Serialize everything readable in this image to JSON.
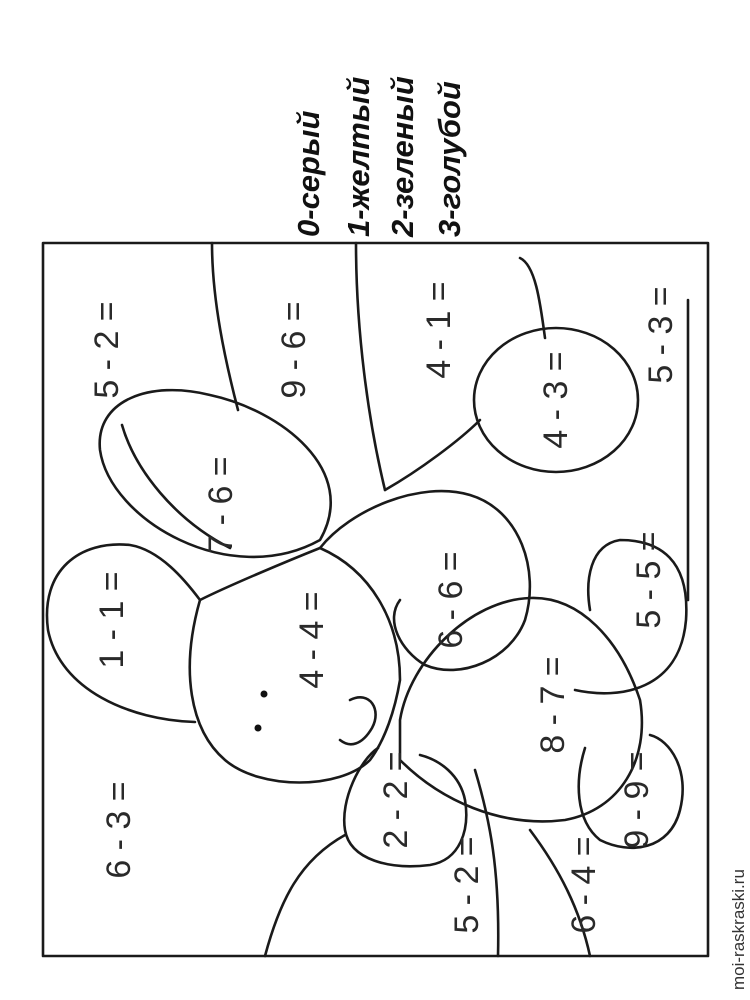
{
  "legend": [
    "0-серый",
    "1-желтый",
    "2-зеленый",
    "3-голубой"
  ],
  "equations": {
    "e_5_2_top": "5 - 2 =",
    "e_9_6": "9 - 6 =",
    "e_4_1": "4 - 1 =",
    "e_5_3": "5 - 3 =",
    "e_7_6": "7 - 6 =",
    "e_4_3": "4 - 3 =",
    "e_1_1": "1 - 1 =",
    "e_4_4": "4 - 4 =",
    "e_6_6": "6 - 6 =",
    "e_5_5": "5 - 5 =",
    "e_8_7": "8 - 7 =",
    "e_2_2": "2 - 2 =",
    "e_9_9": "9 - 9 =",
    "e_6_3": "6 - 3 =",
    "e_5_2_bottom": "5 - 2 =",
    "e_6_4": "6 - 4 ="
  },
  "credit": "moi-raskraski.ru"
}
